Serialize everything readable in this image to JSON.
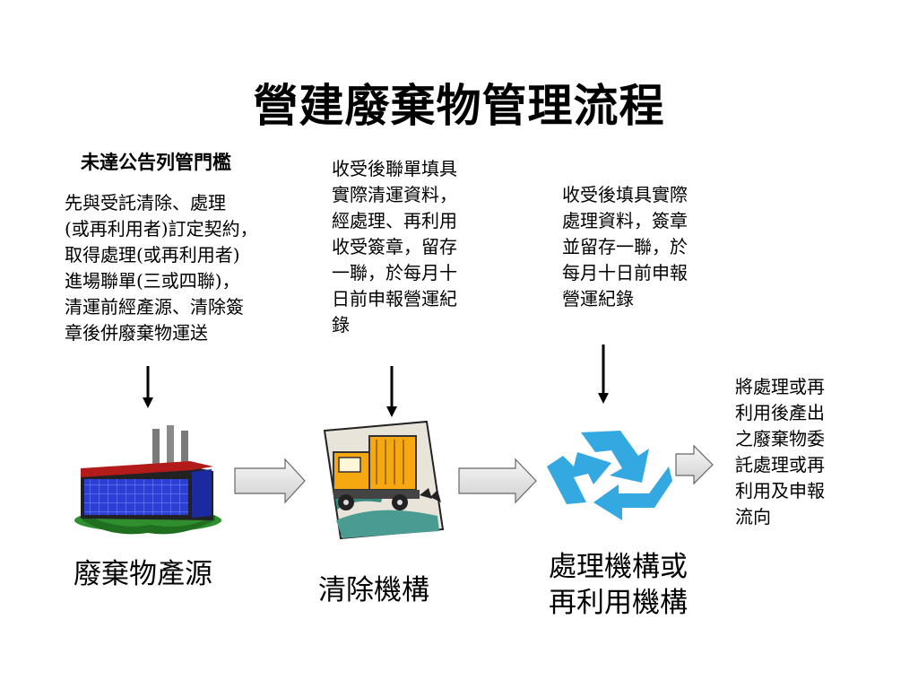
{
  "title": "營建廢棄物管理流程",
  "threshold_label": "未達公告列管門檻",
  "descriptions": {
    "source": "先與受託清除、處理\n(或再利用者)訂定契約，\n取得處理(或再利用者)\n進場聯單(三或四聯)，\n清運前經產源、清除簽\n章後併廢棄物運送",
    "clearance": "收受後聯單填具\n實際清運資料，\n經處理、再利用\n收受簽章，留存\n一聯，於每月十\n日前申報營運紀\n錄",
    "treatment": "收受後填具實際\n處理資料，簽章\n並留存一聯，於\n每月十日前申報\n營運紀錄",
    "final": "將處理或再\n利用後產出\n之廢棄物委\n託處理或再\n利用及申報\n流向"
  },
  "stages": {
    "source": "廢棄物產源",
    "clearance": "清除機構",
    "treatment": "處理機構或\n再利用機構"
  },
  "icons": [
    "factory-icon",
    "garbage-truck-icon",
    "recycle-icon"
  ],
  "colors": {
    "recycle": "#34a8e0",
    "factory_roof": "#b31b1b",
    "factory_window": "#2b3fd6",
    "truck": "#f5a80f",
    "arrow_fill": "#e6e6e6"
  }
}
